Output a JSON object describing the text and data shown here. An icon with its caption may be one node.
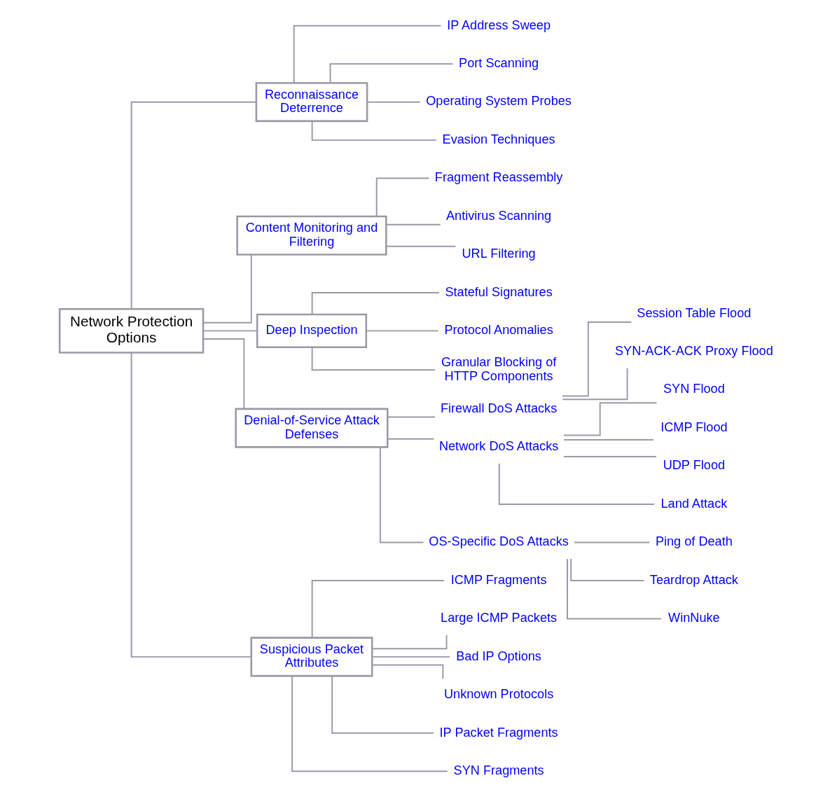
{
  "diagram": {
    "nodes": [
      {
        "text": [
          "Network Protection Options"
        ]
      },
      {
        "text": [
          "Reconnaissance Deterrence"
        ]
      },
      {
        "text": [
          "IP Address Sweep"
        ]
      },
      {
        "text": [
          "Port Scanning"
        ]
      },
      {
        "text": [
          "Operating System Probes"
        ]
      },
      {
        "text": [
          "Evasion Techniques"
        ]
      },
      {
        "text": [
          "Content Monitoring and Filtering"
        ]
      },
      {
        "text": [
          "Fragment Reassembly"
        ]
      },
      {
        "text": [
          "Antivirus Scanning"
        ]
      },
      {
        "text": [
          "URL Filtering"
        ]
      },
      {
        "text": [
          "Deep Inspection"
        ]
      },
      {
        "text": [
          "Stateful Signatures"
        ]
      },
      {
        "text": [
          "Protocol Anomalies"
        ]
      },
      {
        "text": [
          "Granular Blocking of HTTP Components"
        ]
      },
      {
        "text": [
          "Denial-of-Service Attack Defenses"
        ]
      },
      {
        "text": [
          "Firewall DoS Attacks"
        ]
      },
      {
        "text": [
          "Session Table Flood"
        ]
      },
      {
        "text": [
          "SYN-ACK-ACK Proxy Flood"
        ]
      },
      {
        "text": [
          "Network DoS Attacks"
        ]
      },
      {
        "text": [
          "SYN Flood"
        ]
      },
      {
        "text": [
          "ICMP Flood"
        ]
      },
      {
        "text": [
          "UDP Flood"
        ]
      },
      {
        "text": [
          "Land Attack"
        ]
      },
      {
        "text": [
          "OS-Specific DoS Attacks"
        ]
      },
      {
        "text": [
          "Ping of Death"
        ]
      },
      {
        "text": [
          "Teardrop Attack"
        ]
      },
      {
        "text": [
          "WinNuke"
        ]
      },
      {
        "text": [
          "Suspicious Packet Attributes"
        ]
      },
      {
        "text": [
          "ICMP Fragments"
        ]
      },
      {
        "text": [
          "Large ICMP Packets"
        ]
      },
      {
        "text": [
          "Bad IP Options"
        ]
      },
      {
        "text": [
          "Unknown Protocols"
        ]
      },
      {
        "text": [
          "IP Packet Fragments"
        ]
      },
      {
        "text": [
          "SYN Fragments"
        ]
      }
    ],
    "edges": [
      {
        "from": 0,
        "to": 1,
        "arrow": "none"
      },
      {
        "from": 1,
        "to": 2,
        "arrow": "none"
      },
      {
        "from": 1,
        "to": 3,
        "arrow": "none"
      },
      {
        "from": 1,
        "to": 4,
        "arrow": "none"
      },
      {
        "from": 1,
        "to": 5,
        "arrow": "none"
      },
      {
        "from": 0,
        "to": 6,
        "arrow": "none"
      },
      {
        "from": 6,
        "to": 7,
        "arrow": "none"
      },
      {
        "from": 6,
        "to": 8,
        "arrow": "none"
      },
      {
        "from": 6,
        "to": 9,
        "arrow": "none"
      },
      {
        "from": 0,
        "to": 10,
        "arrow": "none"
      },
      {
        "from": 10,
        "to": 11,
        "arrow": "none"
      },
      {
        "from": 10,
        "to": 12,
        "arrow": "none"
      },
      {
        "from": 10,
        "to": 13,
        "arrow": "none"
      },
      {
        "from": 0,
        "to": 14,
        "arrow": "none"
      },
      {
        "from": 14,
        "to": 15,
        "arrow": "none"
      },
      {
        "from": 15,
        "to": 16,
        "arrow": "none"
      },
      {
        "from": 15,
        "to": 17,
        "arrow": "none"
      },
      {
        "from": 14,
        "to": 18,
        "arrow": "none"
      },
      {
        "from": 18,
        "to": 19,
        "arrow": "none"
      },
      {
        "from": 18,
        "to": 20,
        "arrow": "none"
      },
      {
        "from": 18,
        "to": 21,
        "arrow": "none"
      },
      {
        "from": 18,
        "to": 22,
        "arrow": "none"
      },
      {
        "from": 14,
        "to": 23,
        "arrow": "none"
      },
      {
        "from": 23,
        "to": 24,
        "arrow": "none"
      },
      {
        "from": 23,
        "to": 25,
        "arrow": "none"
      },
      {
        "from": 23,
        "to": 26,
        "arrow": "none"
      },
      {
        "from": 0,
        "to": 27,
        "arrow": "none"
      },
      {
        "from": 27,
        "to": 28,
        "arrow": "none"
      },
      {
        "from": 27,
        "to": 29,
        "arrow": "none"
      },
      {
        "from": 27,
        "to": 30,
        "arrow": "none"
      },
      {
        "from": 27,
        "to": 31,
        "arrow": "none"
      },
      {
        "from": 27,
        "to": 32,
        "arrow": "none"
      },
      {
        "from": 27,
        "to": 33,
        "arrow": "none"
      }
    ]
  }
}
